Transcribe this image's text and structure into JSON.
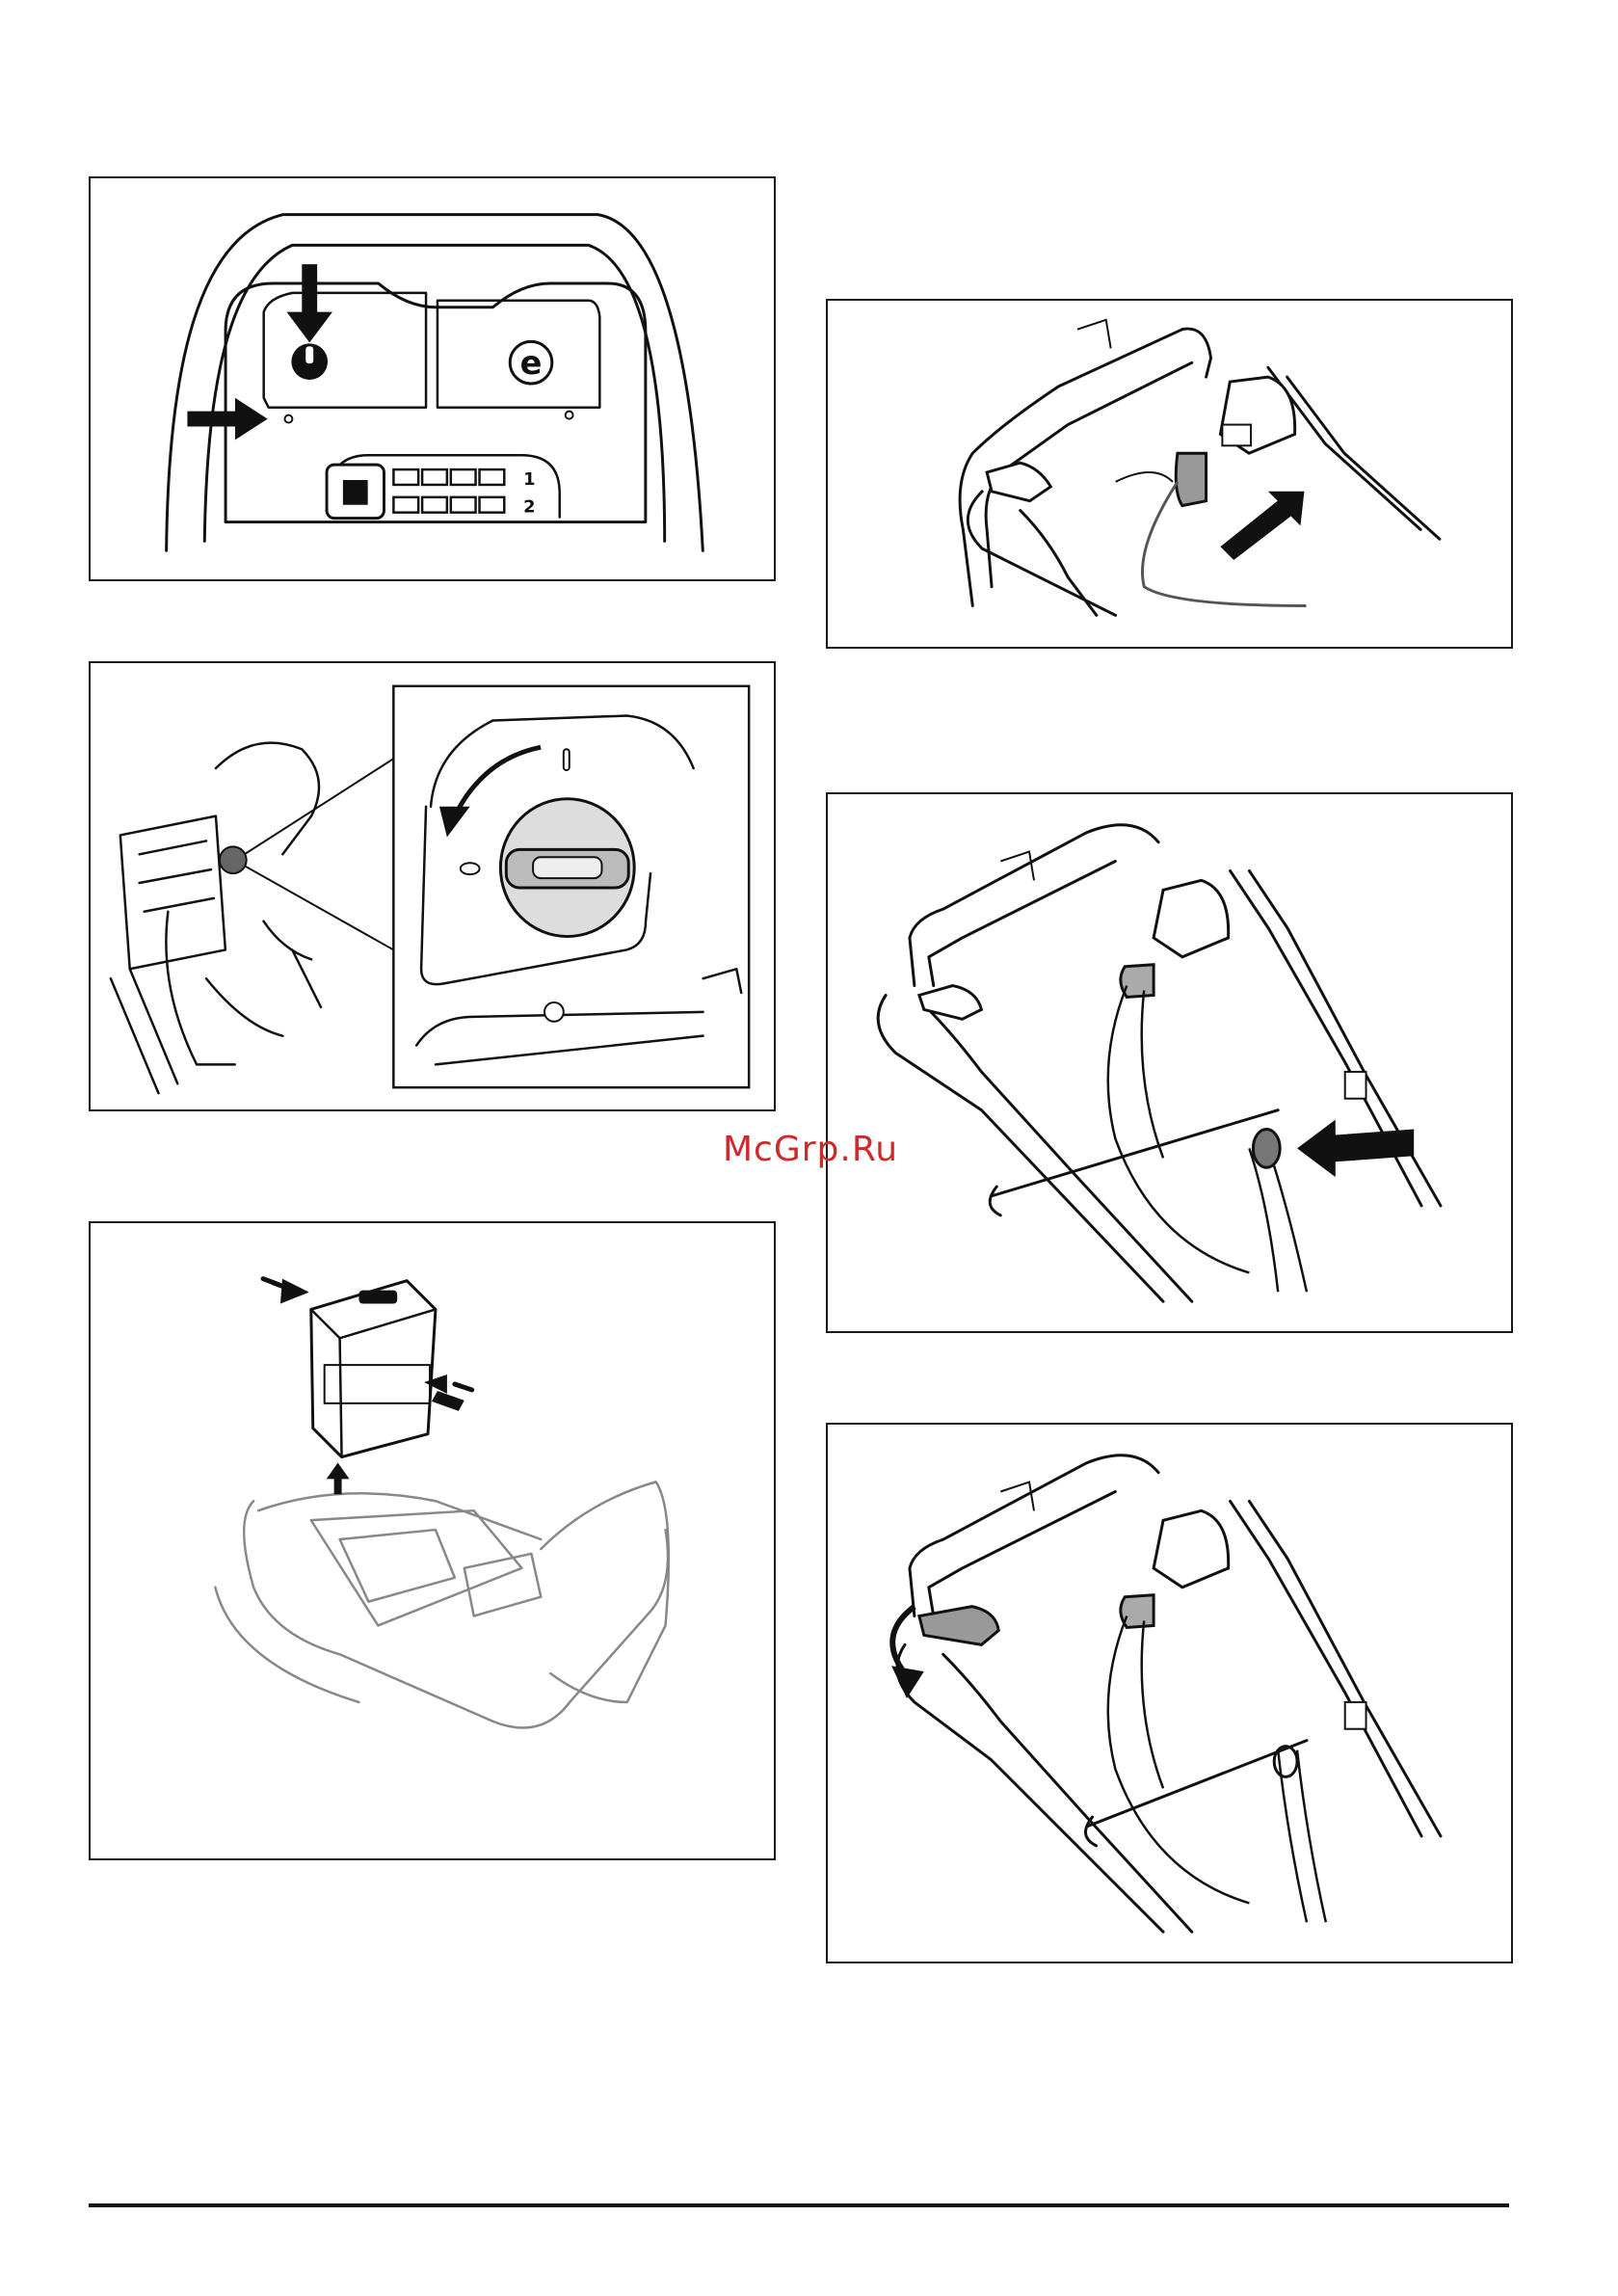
{
  "watermark": {
    "text": "McGrp.Ru"
  },
  "figures": {
    "control_panel": {
      "indicator_rows": [
        "1",
        "2"
      ]
    },
    "key_switch": {},
    "battery_removal": {},
    "cable_plug": {},
    "cable_clip": {},
    "handle_release": {}
  }
}
